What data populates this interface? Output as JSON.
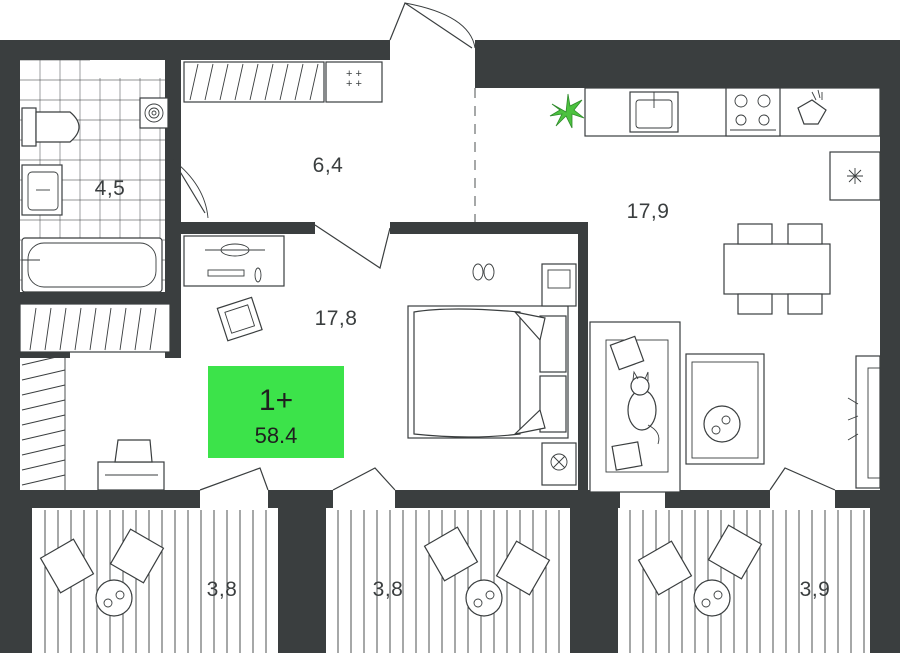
{
  "plan": {
    "wall_color": "#3a3e3f",
    "badge_color": "#3ce34a",
    "rooms": {
      "bathroom_area": "4,5",
      "hall_area": "6,4",
      "bedroom_area": "17,8",
      "living_kitchen_area": "17,9",
      "balcony_left_area": "3,8",
      "balcony_middle_area": "3,8",
      "balcony_right_area": "3,9"
    },
    "badge": {
      "type": "1+",
      "total_area": "58.4"
    }
  }
}
